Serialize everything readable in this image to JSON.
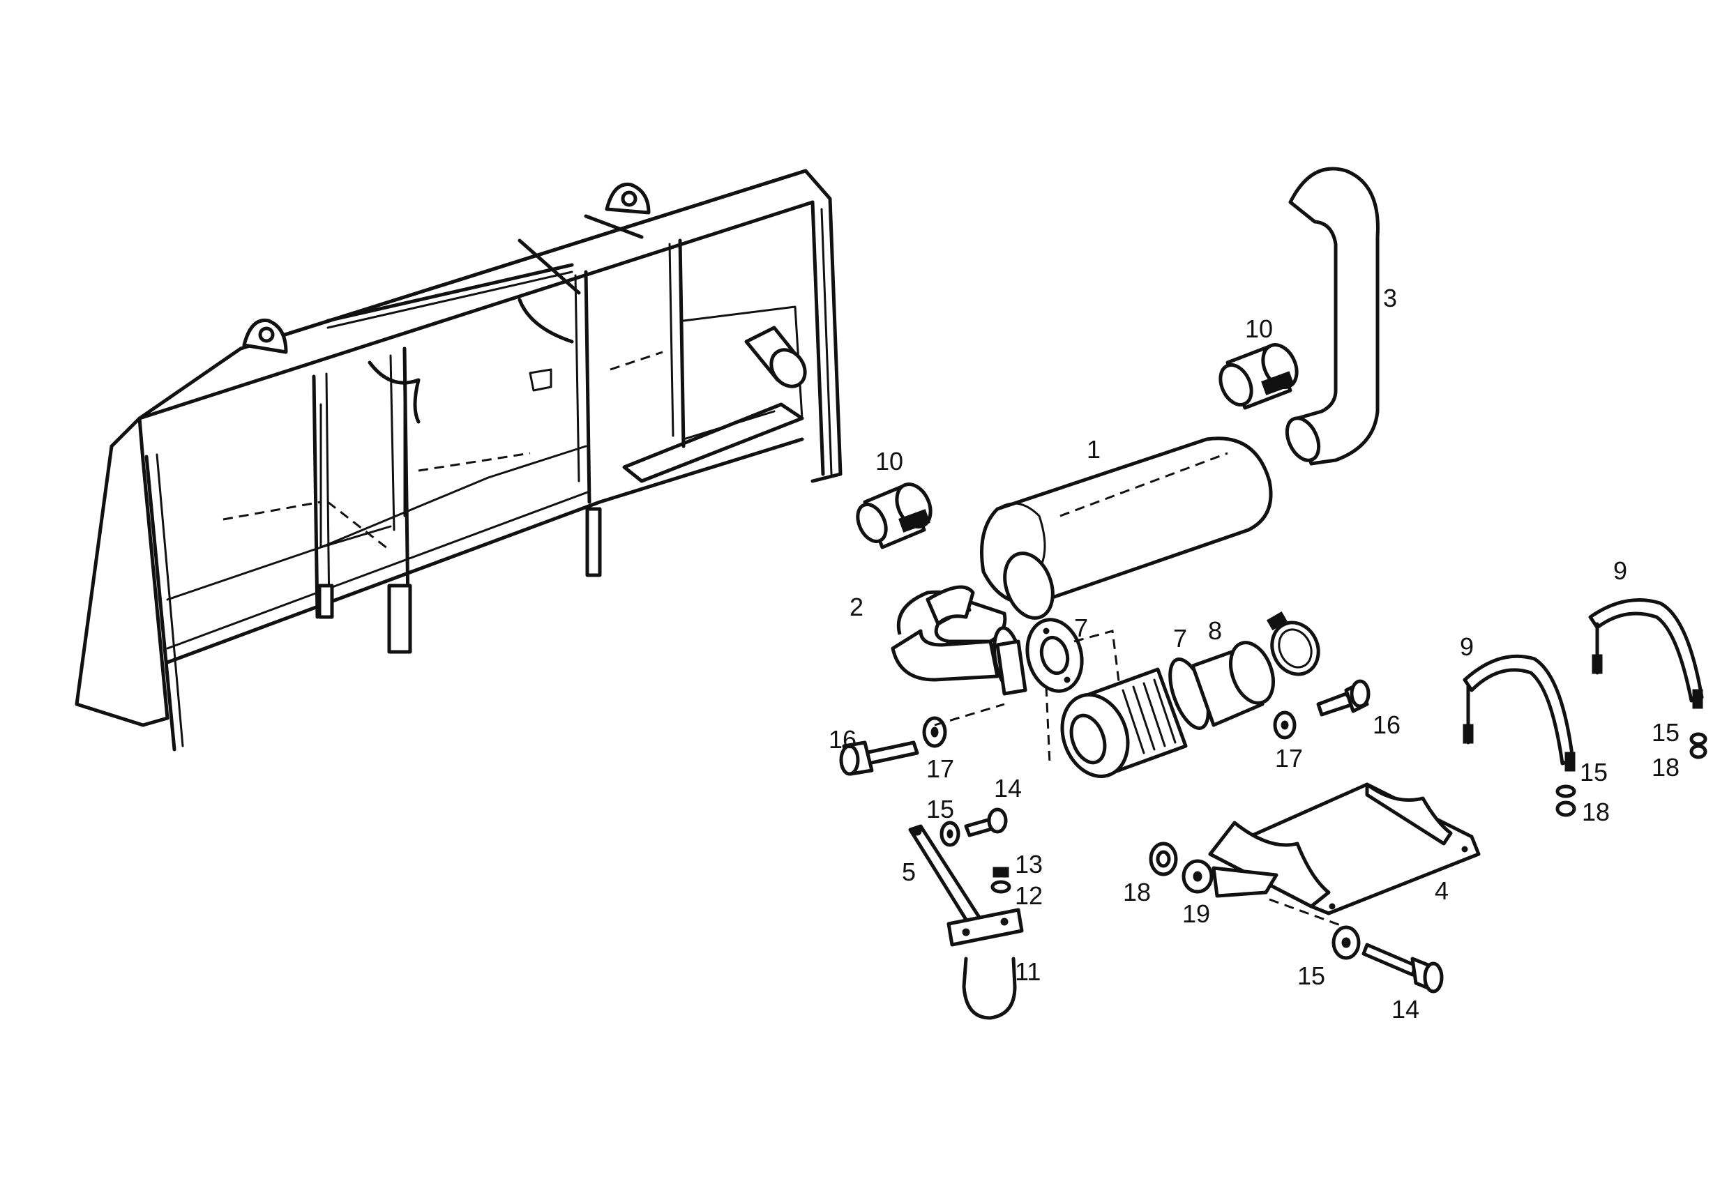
{
  "diagram": {
    "callouts": {
      "c1": "1",
      "c2": "2",
      "c3": "3",
      "c4": "4",
      "c5": "5",
      "c7a": "7",
      "c7b": "7",
      "c8": "8",
      "c9a": "9",
      "c9b": "9",
      "c10a": "10",
      "c10b": "10",
      "c11": "11",
      "c12": "12",
      "c13": "13",
      "c14a": "14",
      "c14b": "14",
      "c15a": "15",
      "c15b": "15",
      "c15c": "15",
      "c15d": "15",
      "c16a": "16",
      "c16b": "16",
      "c17a": "17",
      "c17b": "17",
      "c18a": "18",
      "c18b": "18",
      "c18c": "18",
      "c19": "19"
    }
  }
}
